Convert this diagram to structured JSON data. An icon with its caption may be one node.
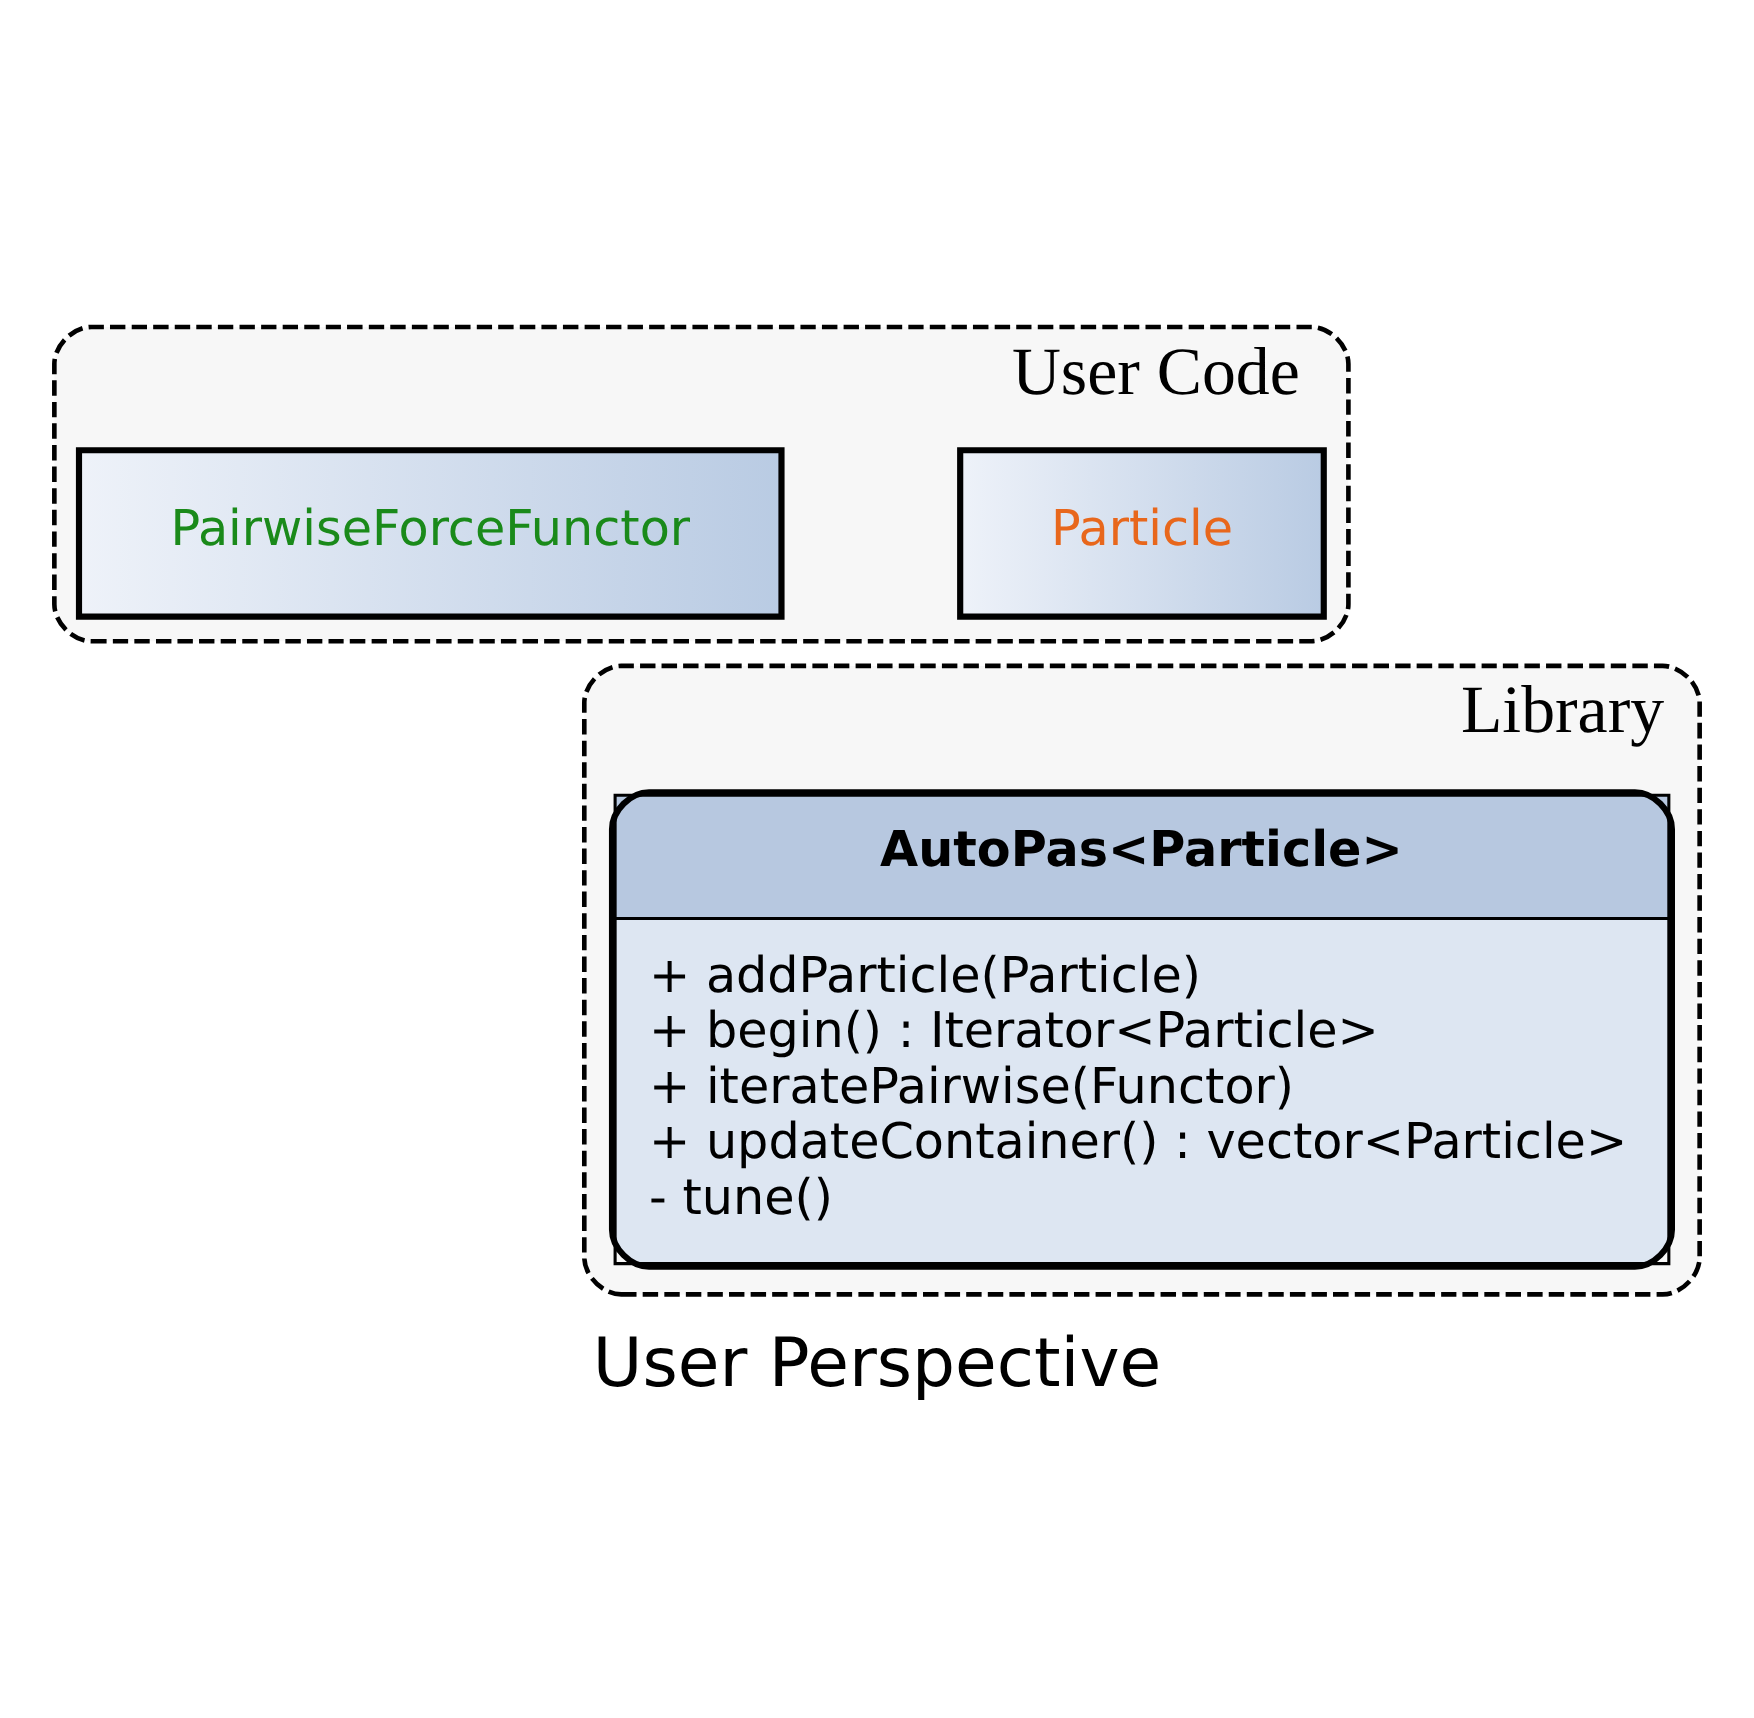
{
  "diagram": {
    "caption": "User Perspective",
    "nodes": [
      {
        "text": [
          "User Code"
        ]
      },
      {
        "text": [
          "Particle"
        ],
        "in": 0
      },
      {
        "text": [
          "PairwiseForceFunctor"
        ],
        "in": 0
      },
      {
        "text": [
          "Library"
        ]
      },
      {
        "text": [
          "AutoPas<Particle>",
          "+ addParticle(Particle)",
          "+ begin() : Iterator<Particle>",
          "+ iteratePairwise(Functor)",
          "+ updateContainer() : vector<Particle>",
          "- tune()"
        ],
        "in": 3
      }
    ],
    "edges": []
  }
}
